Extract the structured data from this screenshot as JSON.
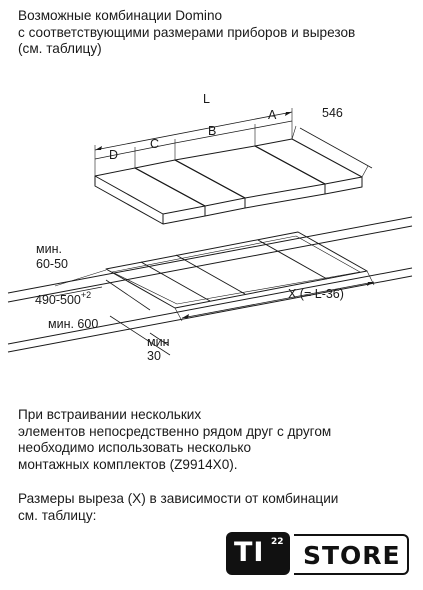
{
  "intro": {
    "lines": [
      "Возможные комбинации Domino",
      "с соответствующими размерами приборов и вырезов",
      "(см. таблицу)"
    ]
  },
  "diagram": {
    "labels": {
      "L": "L",
      "A": "A",
      "B": "B",
      "C": "C",
      "D": "D",
      "depth": "546",
      "min_label_1": "мин.",
      "min_value_1": "60-50",
      "depth_range": "490-500",
      "depth_tol": "+2",
      "min_600": "мин. 600",
      "min_label_2": "мин",
      "min_value_2": "30",
      "cutout_x": "X (= L-36)"
    }
  },
  "para1": {
    "lines": [
      "При встраивании нескольких",
      "элементов непосредственно рядом друг с другом",
      "необходимо использовать несколько",
      "монтажных комплектов (Z9914X0)."
    ]
  },
  "para2": {
    "lines": [
      "Размеры выреза (X) в зависимости от комбинации",
      "см. таблицу:"
    ]
  },
  "logo": {
    "ti": "TI",
    "sup": "22",
    "store": "STORE"
  }
}
